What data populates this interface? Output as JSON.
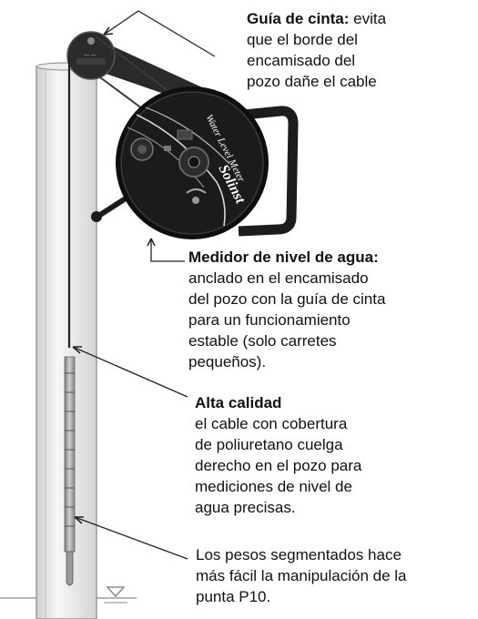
{
  "reel": {
    "brand": "Solinst",
    "title": "Water Level Meter"
  },
  "callouts": {
    "tape_guide": {
      "title": "Guía de cinta:",
      "lines": [
        "evita",
        "que el borde del",
        "encamisado del",
        "pozo dañe el cable"
      ]
    },
    "meter": {
      "title": "Medidor de nivel de agua:",
      "lines": [
        "anclado en el encamisado",
        "del pozo con la guía de cinta",
        "para un funcionamiento",
        "estable (solo carretes",
        "pequeños)."
      ]
    },
    "quality": {
      "title": "Alta calidad",
      "lines": [
        "el cable con cobertura",
        "de poliuretano cuelga",
        "derecho en el pozo para",
        "mediciones de nivel de",
        "agua precisas."
      ]
    },
    "weights": {
      "title": "Los pesos segmentados",
      "lines": [
        "hace",
        "más fácil la manipulación de la",
        "punta P10."
      ]
    }
  },
  "colors": {
    "reel_face": "#1b1b1b",
    "casing": "#e6e6e6",
    "casing_edge": "#9a9a9a",
    "probe": "#a8a8a8"
  }
}
